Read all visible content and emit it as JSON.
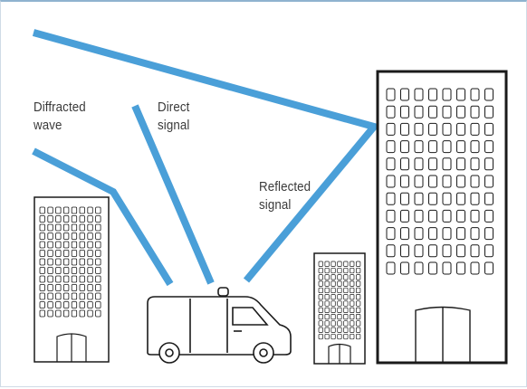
{
  "labels": {
    "diffracted_line1": "Diffracted",
    "diffracted_line2": "wave",
    "direct_line1": "Direct",
    "direct_line2": "signal",
    "reflected_line1": "Reflected",
    "reflected_line2": "signal"
  },
  "colors": {
    "signal": "#4a9fd8",
    "stroke": "#1a1a1a",
    "background": "#ffffff"
  },
  "icons": [
    "van-icon",
    "building-icon",
    "door-icon",
    "beacon-icon"
  ]
}
